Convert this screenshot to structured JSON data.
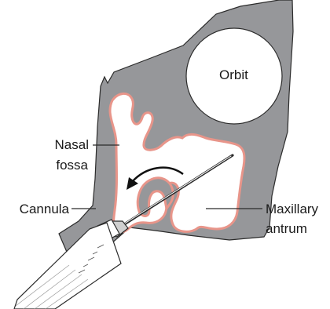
{
  "labels": {
    "orbit": "Orbit",
    "nasal_fossa_line1": "Nasal",
    "nasal_fossa_line2": "fossa",
    "cannula": "Cannula",
    "maxillary_antrum_line1": "Maxillary",
    "maxillary_antrum_line2": "antrum"
  },
  "colors": {
    "bone": "#96979a",
    "cavity": "#ffffff",
    "mucosa": "#e8958a",
    "outline": "#2b2b2b",
    "syringe": "#ffffff"
  },
  "icons": {
    "direction": "curved-arrow-icon"
  }
}
